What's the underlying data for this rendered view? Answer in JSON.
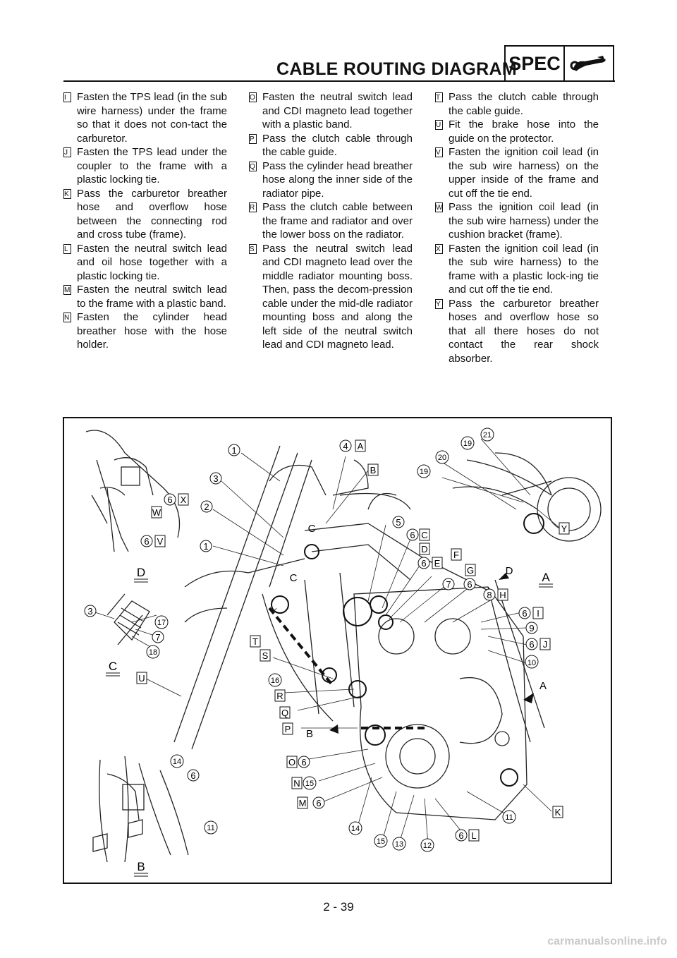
{
  "header": {
    "title": "CABLE ROUTING DIAGRAM",
    "spec_label": "SPEC",
    "spec_icon": "wrench-icon"
  },
  "notes": {
    "col1": [
      {
        "mark": "I",
        "text": "Fasten the TPS lead (in the sub wire harness) under the frame so that it does not con-tact the carburetor."
      },
      {
        "mark": "J",
        "text": "Fasten the TPS lead under the coupler to the frame with a plastic locking tie."
      },
      {
        "mark": "K",
        "text": "Pass the carburetor breather hose and overflow hose between the connecting rod and cross tube (frame)."
      },
      {
        "mark": "L",
        "text": "Fasten the neutral switch lead and oil hose together with a plastic locking tie."
      },
      {
        "mark": "M",
        "text": "Fasten the neutral switch lead to the frame with a plastic band."
      },
      {
        "mark": "N",
        "text": "Fasten the cylinder head breather hose with the hose holder."
      }
    ],
    "col2": [
      {
        "mark": "O",
        "text": "Fasten the neutral switch lead and CDI magneto lead together with a plastic band."
      },
      {
        "mark": "P",
        "text": "Pass the clutch cable through the cable guide."
      },
      {
        "mark": "Q",
        "text": "Pass the cylinder head breather hose along the inner side of the radiator pipe."
      },
      {
        "mark": "R",
        "text": "Pass the clutch cable between the frame and radiator and over the lower boss on the radiator."
      },
      {
        "mark": "S",
        "text": "Pass the neutral switch lead and CDI magneto lead over the middle radiator mounting boss. Then, pass the decom-pression cable under the mid-dle radiator mounting boss and along the left side of the neutral switch lead and CDI magneto lead."
      }
    ],
    "col3": [
      {
        "mark": "T",
        "text": "Pass the clutch cable through the cable guide."
      },
      {
        "mark": "U",
        "text": "Fit the brake hose into the guide on the protector."
      },
      {
        "mark": "V",
        "text": "Fasten the ignition coil lead (in the sub wire harness) on the upper inside of the frame and cut off the tie end."
      },
      {
        "mark": "W",
        "text": "Pass the ignition coil lead (in the sub wire harness) under the cushion bracket (frame)."
      },
      {
        "mark": "X",
        "text": "Fasten the ignition coil lead (in the sub wire harness) to the frame with a plastic lock-ing tie and cut off the tie end."
      },
      {
        "mark": "Y",
        "text": "Pass the carburetor breather hoses and overflow hose so that all there hoses do not contact the rear shock absorber."
      }
    ]
  },
  "diagram": {
    "callouts": {
      "c1a": "1",
      "c3": "3",
      "c2": "2",
      "c1b": "1",
      "c4": "4",
      "cA1": "A",
      "cB1": "B",
      "c5": "5",
      "c6a": "6",
      "cC1": "C",
      "cD1": "D",
      "c6b": "6",
      "cE": "E",
      "cF": "F",
      "cG": "G",
      "c7a": "7",
      "c6c": "6",
      "c8": "8",
      "cH": "H",
      "c6d": "6",
      "cI": "I",
      "c9": "9",
      "c6e": "6",
      "cJ": "J",
      "c10": "10",
      "c19a": "19",
      "c21": "21",
      "c20": "20",
      "c19b": "19",
      "cY": "Y",
      "c6f": "6",
      "cX": "X",
      "cW": "W",
      "c6g": "6",
      "cV": "V",
      "c17": "17",
      "c3b": "3",
      "c7b": "7",
      "c18": "18",
      "cT": "T",
      "cS": "S",
      "c16": "16",
      "cR": "R",
      "cQ": "Q",
      "cP": "P",
      "cU": "U",
      "cO": "O",
      "c6h": "6",
      "cN": "N",
      "c15a": "15",
      "cM": "M",
      "c6i": "6",
      "c14a": "14",
      "c15b": "15",
      "c13": "13",
      "c12": "12",
      "c6j": "6",
      "cL": "L",
      "c11a": "11",
      "cK": "K",
      "c14b": "14",
      "c6k": "6",
      "c11b": "11"
    },
    "views": {
      "D": "D",
      "C": "C",
      "B": "B",
      "A": "A",
      "arrowD": "D",
      "arrowA": "A",
      "arrowB": "B",
      "arrowC1": "C",
      "arrowC2": "C"
    }
  },
  "footer": {
    "page_number": "2 - 39",
    "watermark": "carmanualsonline.info"
  }
}
